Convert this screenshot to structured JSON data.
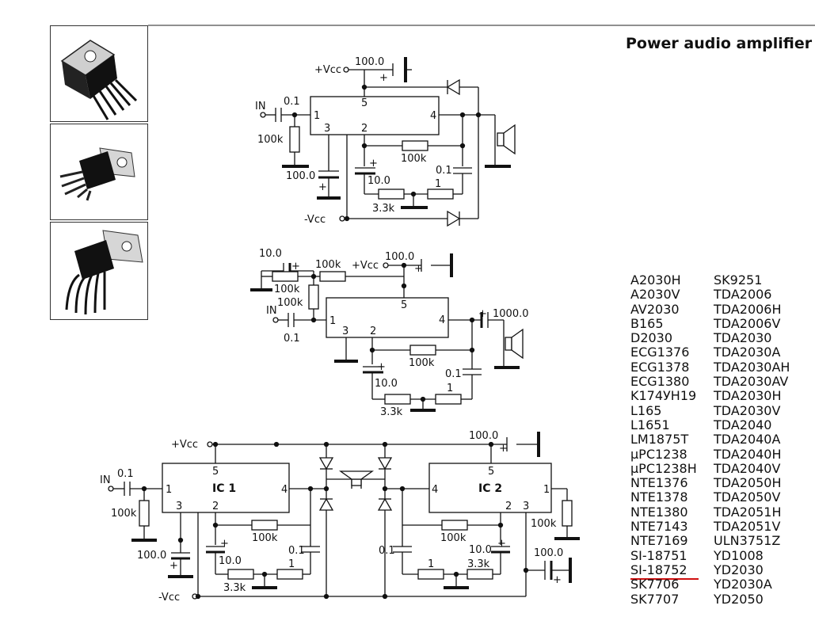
{
  "title": "Power audio amplifier",
  "packages": [
    {
      "name": "to220-5-package-straight"
    },
    {
      "name": "to220-5-package-bent"
    },
    {
      "name": "to220-5-package-angled"
    }
  ],
  "circuit1": {
    "vcc_pos": "+Vcc",
    "vcc_neg": "-Vcc",
    "in": "IN",
    "c_supply": "100.0",
    "c_supply_pol": "+",
    "c_in": "0.1",
    "r_in": "100k",
    "c_bypass": "100.0",
    "c_bypass_pol": "+",
    "c_fb": "10.0",
    "c_fb_pol": "+",
    "r_fb": "100k",
    "r_fb2": "3.3k",
    "r_zobel": "1",
    "c_zobel": "0.1",
    "pin5": "5",
    "pin1": "1",
    "pin3": "3",
    "pin2": "2",
    "pin4": "4"
  },
  "circuit2": {
    "vcc_pos": "+Vcc",
    "in": "IN",
    "c_bias": "10.0",
    "c_bias_pol": "+",
    "r_bias_top": "100k",
    "r_bias1": "100k",
    "r_bias2": "100k",
    "c_supply": "100.0",
    "c_supply_pol": "+",
    "c_out": "1000.0",
    "c_out_pol": "+",
    "c_in": "0.1",
    "r_fb": "100k",
    "c_fb": "10.0",
    "c_fb_pol": "+",
    "r_fb2": "3.3k",
    "r_zobel": "1",
    "c_zobel": "0.1",
    "pin5": "5",
    "pin1": "1",
    "pin3": "3",
    "pin2": "2",
    "pin4": "4"
  },
  "circuit3": {
    "vcc_pos": "+Vcc",
    "vcc_neg": "-Vcc",
    "in": "IN",
    "c_in": "0.1",
    "r_in": "100k",
    "ic1": "IC 1",
    "ic2": "IC 2",
    "c_supply": "100.0",
    "c_supply_pol": "+",
    "c_bypass1": "100.0",
    "c_bypass1_pol": "+",
    "c_bypass2": "100.0",
    "c_bypass2_pol": "+",
    "r_fb1": "100k",
    "r_fb2": "100k",
    "r_in2": "100k",
    "c_fb1": "10.0",
    "c_fb1_pol": "+",
    "c_fb2": "10.0",
    "c_fb2_pol": "+",
    "r_fbg1": "3.3k",
    "r_fbg2": "3.3k",
    "r_zobel1": "1",
    "r_zobel2": "1",
    "c_zobel1": "0.1",
    "c_zobel2": "0.1",
    "ic1_pin5": "5",
    "ic1_pin1": "1",
    "ic1_pin4": "4",
    "ic1_pin3": "3",
    "ic1_pin2": "2",
    "ic2_pin5": "5",
    "ic2_pin4": "4",
    "ic2_pin1": "1",
    "ic2_pin2": "2",
    "ic2_pin3": "3"
  },
  "parts_col1": [
    "A2030H",
    "A2030V",
    "AV2030",
    "B165",
    "D2030",
    "ECG1376",
    "ECG1378",
    "ECG1380",
    "K174УН19",
    "L165",
    "L1651",
    "LM1875T",
    "μPC1238",
    "μPC1238H",
    "NTE1376",
    "NTE1378",
    "NTE1380",
    "NTE7143",
    "NTE7169",
    "SI-18751",
    "SI-18752",
    "SK7706",
    "SK7707"
  ],
  "parts_col2": [
    "SK9251",
    "TDA2006",
    "TDA2006H",
    "TDA2006V",
    "TDA2030",
    "TDA2030A",
    "TDA2030AH",
    "TDA2030AV",
    "TDA2030H",
    "TDA2030V",
    "TDA2040",
    "TDA2040A",
    "TDA2040H",
    "TDA2040V",
    "TDA2050H",
    "TDA2050V",
    "TDA2051H",
    "TDA2051V",
    "ULN3751Z",
    "YD1008",
    "YD2030",
    "YD2030A",
    "YD2050"
  ],
  "highlight_color": "#d01010"
}
